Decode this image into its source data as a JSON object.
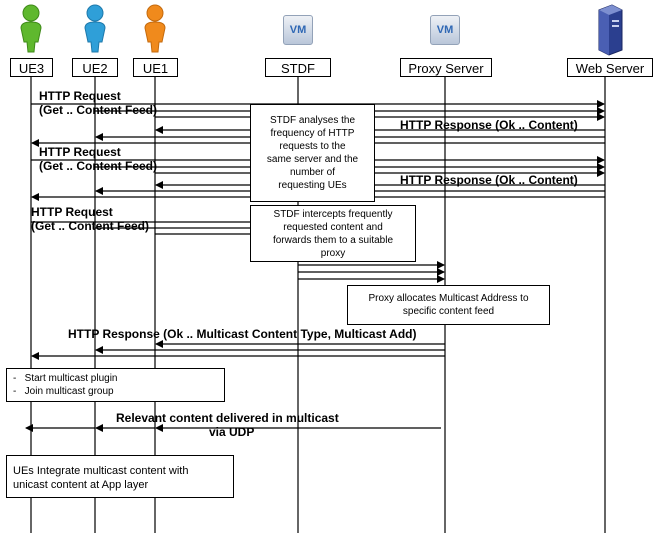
{
  "actors": [
    {
      "id": "ue3",
      "label": "UE3",
      "icon": "person-icon",
      "color": "#5fb82e"
    },
    {
      "id": "ue2",
      "label": "UE2",
      "icon": "person-icon",
      "color": "#2f9fd8"
    },
    {
      "id": "ue1",
      "label": "UE1",
      "icon": "person-icon",
      "color": "#f08a1c"
    },
    {
      "id": "stdf",
      "label": "STDF",
      "icon": "vm-icon",
      "icon_text": "VM"
    },
    {
      "id": "proxy",
      "label": "Proxy Server",
      "icon": "vm-icon",
      "icon_text": "VM"
    },
    {
      "id": "web",
      "label": "Web Server",
      "icon": "server-icon",
      "color": "#2b3f8f"
    }
  ],
  "messages": {
    "req1": {
      "line1": "HTTP Request",
      "line2": "(Get .. Content Feed)"
    },
    "resp1": "HTTP Response  (Ok .. Content)",
    "req2": {
      "line1": "HTTP Request",
      "line2": "(Get .. Content Feed)"
    },
    "resp2": "HTTP Response  (Ok .. Content)",
    "req3": {
      "line1": "HTTP Request",
      "line2": "(Get .. Content Feed)"
    },
    "mcast_resp": "HTTP Response  (Ok .. Multicast Content Type, Multicast Add)",
    "delivery": {
      "line1": "Relevant content delivered in multicast",
      "line2": "via UDP"
    }
  },
  "notes": {
    "stdf_analyse": [
      "STDF analyses the",
      "frequency of HTTP",
      "requests to the",
      "same server and the",
      "number of",
      "requesting UEs"
    ],
    "stdf_intercept": [
      "STDF intercepts frequently",
      "requested content and",
      "forwards them to a suitable",
      "proxy"
    ],
    "proxy_alloc": [
      "Proxy allocates Multicast Address to",
      "specific content feed"
    ],
    "plugin": [
      "-   Start multicast plugin",
      "-   Join multicast group"
    ],
    "integrate": [
      "UEs Integrate multicast content with",
      "unicast content at App layer"
    ]
  }
}
